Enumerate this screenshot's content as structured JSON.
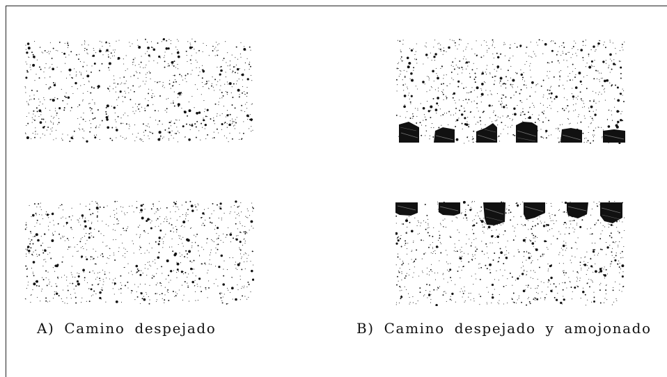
{
  "captions": {
    "a": "A) Camino despejado",
    "b": "B) Camino despejado y amojonado"
  },
  "colors": {
    "ink": "#111111",
    "background": "#ffffff"
  },
  "panels": [
    {
      "id": "a-top",
      "stippled": true,
      "markers": "none"
    },
    {
      "id": "a-bottom",
      "stippled": true,
      "markers": "none"
    },
    {
      "id": "b-top",
      "stippled": true,
      "markers": "bottom-edge",
      "marker_count": 6
    },
    {
      "id": "b-bottom",
      "stippled": true,
      "markers": "top-edge",
      "marker_count": 6
    }
  ]
}
